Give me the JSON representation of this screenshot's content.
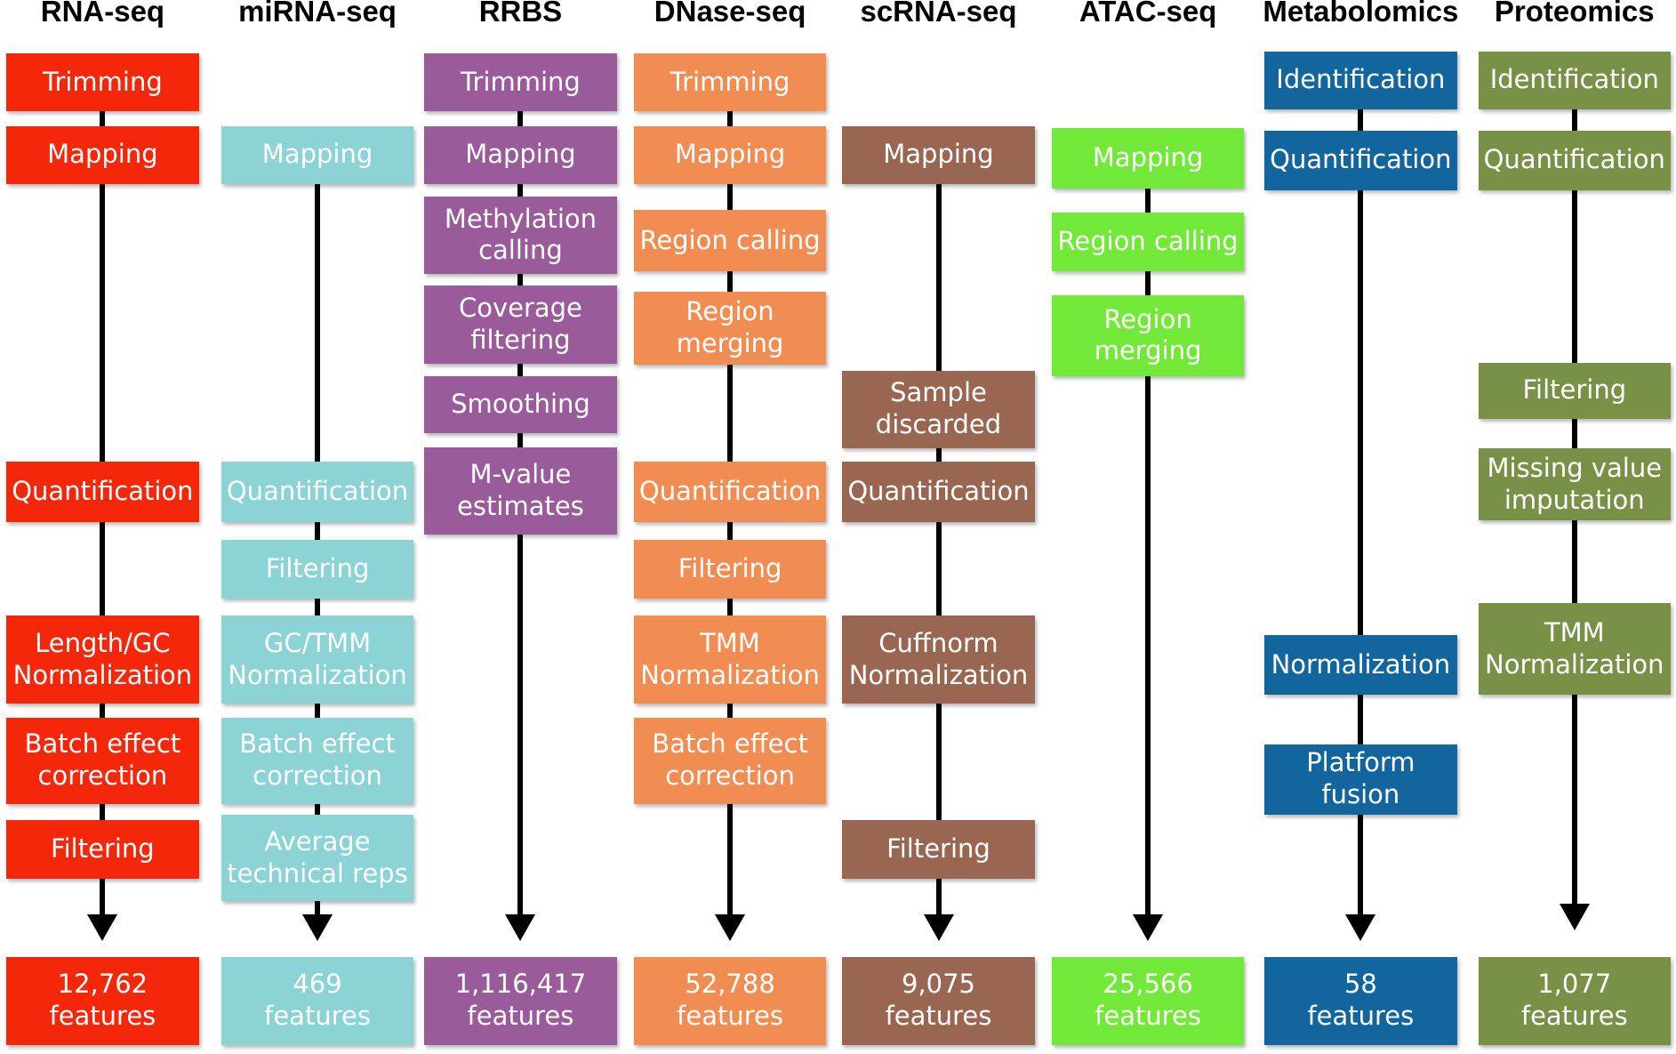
{
  "colors": {
    "rna_seq": "#f4270a",
    "mirna_seq": "#8bd3d4",
    "rrbs": "#995b99",
    "dnase_seq": "#f18c52",
    "scrna_seq": "#996751",
    "atac_seq": "#72e838",
    "metabolomics": "#13659e",
    "proteomics": "#789147"
  },
  "columns": [
    {
      "id": "rna_seq",
      "title": "RNA-seq",
      "steps": [
        "Trimming",
        "Mapping",
        "Quantification",
        "Length/GC\nNormalization",
        "Batch effect\ncorrection",
        "Filtering"
      ],
      "features": "12,762\nfeatures"
    },
    {
      "id": "mirna_seq",
      "title": "miRNA-seq",
      "steps": [
        "Mapping",
        "Quantification",
        "Filtering",
        "GC/TMM\nNormalization",
        "Batch effect\ncorrection",
        "Average\ntechnical reps"
      ],
      "features": "469\nfeatures"
    },
    {
      "id": "rrbs",
      "title": "RRBS",
      "steps": [
        "Trimming",
        "Mapping",
        "Methylation\ncalling",
        "Coverage\nfiltering",
        "Smoothing",
        "M-value\nestimates"
      ],
      "features": "1,116,417\nfeatures"
    },
    {
      "id": "dnase_seq",
      "title": "DNase-seq",
      "steps": [
        "Trimming",
        "Mapping",
        "Region calling",
        "Region\nmerging",
        "Quantification",
        "Filtering",
        "TMM\nNormalization",
        "Batch effect\ncorrection"
      ],
      "features": "52,788\nfeatures"
    },
    {
      "id": "scrna_seq",
      "title": "scRNA-seq",
      "steps": [
        "Mapping",
        "Sample\ndiscarded",
        "Quantification",
        "Cuffnorm\nNormalization",
        "Filtering"
      ],
      "features": "9,075\nfeatures"
    },
    {
      "id": "atac_seq",
      "title": "ATAC-seq",
      "steps": [
        "Mapping",
        "Region calling",
        "Region\nmerging"
      ],
      "features": "25,566\nfeatures"
    },
    {
      "id": "metabolomics",
      "title": "Metabolomics",
      "steps": [
        "Identification",
        "Quantification",
        "Normalization",
        "Platform\nfusion"
      ],
      "features": "58\nfeatures"
    },
    {
      "id": "proteomics",
      "title": "Proteomics",
      "steps": [
        "Identification",
        "Quantification",
        "Filtering",
        "Missing value\nimputation",
        "TMM\nNormalization"
      ],
      "features": "1,077\nfeatures"
    }
  ]
}
